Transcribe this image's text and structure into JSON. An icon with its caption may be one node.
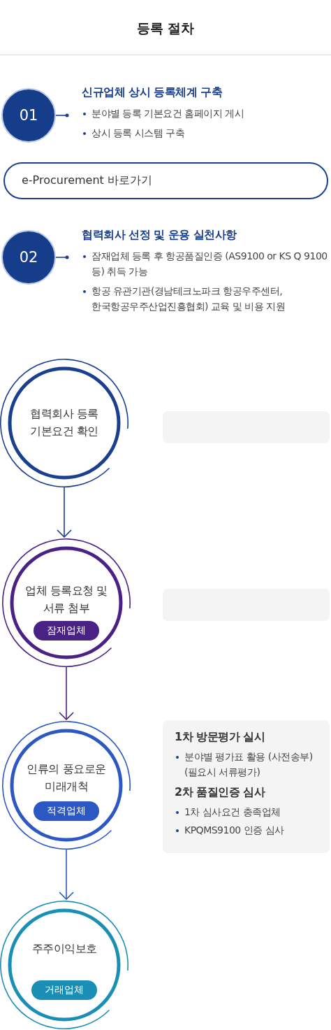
{
  "diagram": {
    "title": "등록 절차",
    "nodes": [
      {
        "text": [
          "01"
        ]
      },
      {
        "text": [
          "신규업체 상시 등록체계 구축",
          "분야별 등록 기본요건 홈페이지 게시",
          "상시 등록 시스템 구축"
        ]
      },
      {
        "text": [
          "e-Procurement 바로가기"
        ]
      },
      {
        "text": [
          "02"
        ]
      },
      {
        "text": [
          "협력회사 선정 및 운용 실천사항",
          "잠재업체 등록 후 항공품질인증 (AS9100 or KS Q 9100 등) 취득 가능",
          "항공 유관기관(경남테크노파크 항공우주센터, 한국항공우주산업진흥협회) 교육 및 비용 지원"
        ]
      },
      {
        "text": [
          "협력회사 등록 기본요건 확인"
        ]
      },
      {
        "text": [],
        "shape": "box"
      },
      {
        "text": [
          "업체 등록요청 및 서류 첨부"
        ]
      },
      {
        "text": [
          "잠재업체"
        ],
        "in": 7
      },
      {
        "text": [],
        "shape": "box"
      },
      {
        "text": [
          "인류의 풍요로운 미래개척"
        ]
      },
      {
        "text": [
          "적격업체"
        ],
        "in": 10
      },
      {
        "text": [
          "1차 방문평가 실시",
          "분야별 평가표 활용 (사전송부) (필요시 서류평가)",
          "2차 품질인증 심사",
          "1차 심사요건 충족업체",
          "KPQMS9100 인증 심사"
        ]
      },
      {
        "text": [
          "주주이익보호"
        ]
      },
      {
        "text": [
          "거래업체"
        ],
        "in": 13
      }
    ],
    "edges": [
      {
        "from": 0,
        "to": 1,
        "arrow": "other"
      },
      {
        "from": 3,
        "to": 4,
        "arrow": "other"
      },
      {
        "from": 5,
        "to": 7,
        "arrow": "to",
        "color": "#1a3f8f"
      },
      {
        "from": 7,
        "to": 10,
        "arrow": "to",
        "color": "#4a2185"
      },
      {
        "from": 10,
        "to": 13,
        "arrow": "to",
        "color": "#2d58c4"
      }
    ]
  }
}
